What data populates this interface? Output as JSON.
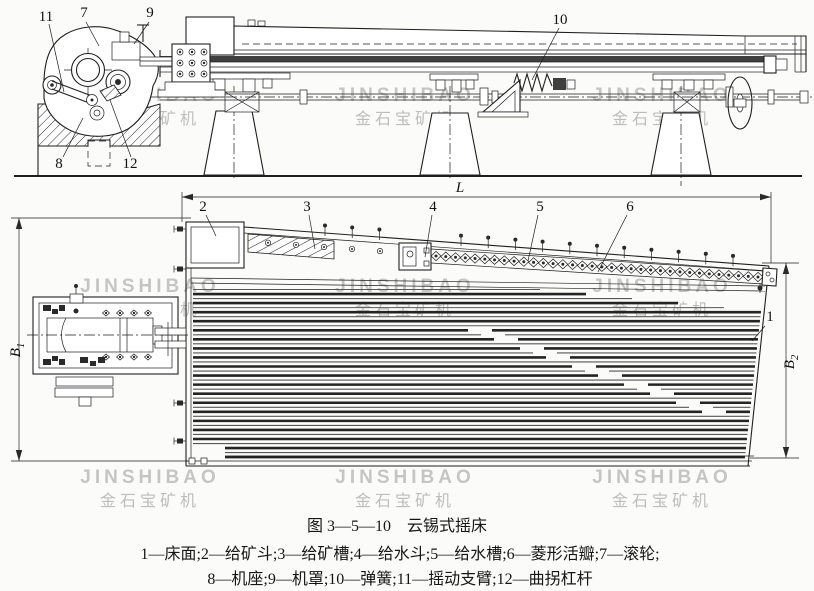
{
  "figure": {
    "caption": "图 3—5—10　云锡式摇床",
    "legend_line1": "1—床面;2—给矿斗;3—给矿槽;4—给水斗;5—给水槽;6—菱形活瓣;7—滚轮;",
    "legend_line2": "8—机座;9—机罩;10—弹簧;11—摇动支臂;12—曲拐杠杆"
  },
  "parts": [
    {
      "num": "1",
      "name": "床面"
    },
    {
      "num": "2",
      "name": "给矿斗"
    },
    {
      "num": "3",
      "name": "给矿槽"
    },
    {
      "num": "4",
      "name": "给水斗"
    },
    {
      "num": "5",
      "name": "给水槽"
    },
    {
      "num": "6",
      "name": "菱形活瓣"
    },
    {
      "num": "7",
      "name": "滚轮"
    },
    {
      "num": "8",
      "name": "机座"
    },
    {
      "num": "9",
      "name": "机罩"
    },
    {
      "num": "10",
      "name": "弹簧"
    },
    {
      "num": "11",
      "name": "摇动支臂"
    },
    {
      "num": "12",
      "name": "曲拐杠杆"
    }
  ],
  "callouts": {
    "c1": "1",
    "c2": "2",
    "c3": "3",
    "c4": "4",
    "c5": "5",
    "c6": "6",
    "c7": "7",
    "c8": "8",
    "c9": "9",
    "c10": "10",
    "c11": "11",
    "c12": "12"
  },
  "dimensions": {
    "length_label": "L",
    "width_base": "B",
    "width1_sub": "1",
    "width2_sub": "2"
  },
  "watermark": {
    "latin": "JINSHIBAO",
    "chinese": "金石宝矿机"
  },
  "colors": {
    "ink": "#1f1f1f",
    "paper": "#fbfbf9",
    "watermark_gray": "#8f8f8f"
  }
}
